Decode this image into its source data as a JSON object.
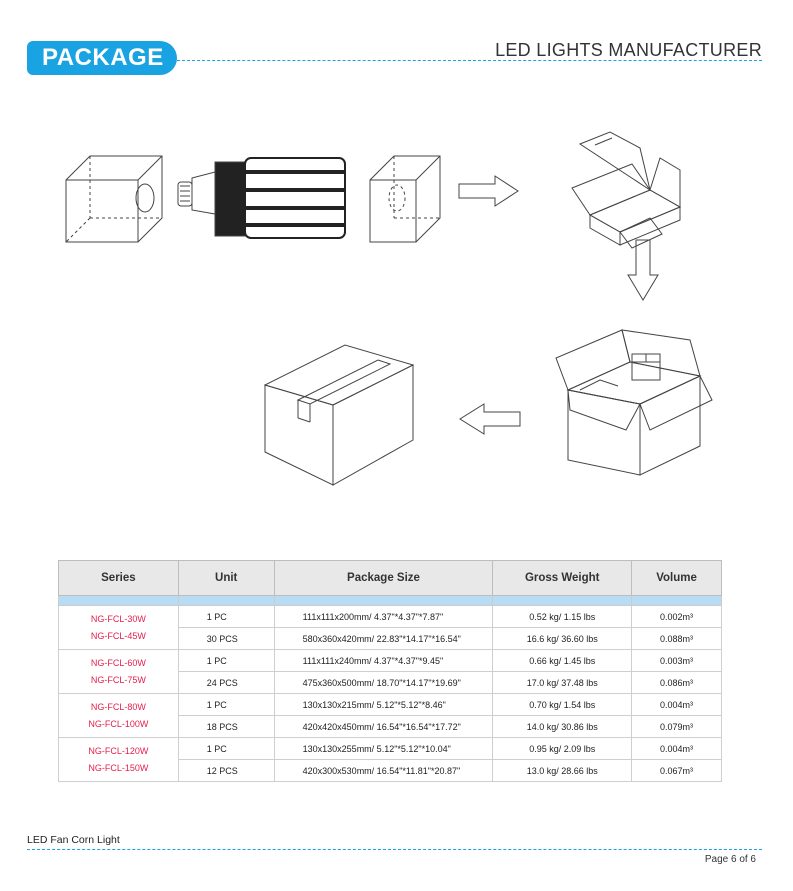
{
  "header": {
    "badge": "PACKAGE",
    "title": "LED LIGHTS MANUFACTURER",
    "brand_color": "#1aa3e2"
  },
  "table": {
    "headers": [
      "Series",
      "Unit",
      "Package Size",
      "Gross Weight",
      "Volume"
    ],
    "groups": [
      {
        "series": [
          "NG-FCL-30W",
          "NG-FCL-45W"
        ],
        "rows": [
          {
            "unit": "1 PC",
            "size": "111x111x200mm/ 4.37\"*4.37\"*7.87\"",
            "weight": "0.52 kg/ 1.15 lbs",
            "volume": "0.002m³"
          },
          {
            "unit": "30 PCS",
            "size": "580x360x420mm/ 22.83\"*14.17\"*16.54\"",
            "weight": "16.6 kg/ 36.60 lbs",
            "volume": "0.088m³"
          }
        ]
      },
      {
        "series": [
          "NG-FCL-60W",
          "NG-FCL-75W"
        ],
        "rows": [
          {
            "unit": "1 PC",
            "size": "111x111x240mm/ 4.37\"*4.37\"*9.45\"",
            "weight": "0.66 kg/ 1.45 lbs",
            "volume": "0.003m³"
          },
          {
            "unit": "24 PCS",
            "size": "475x360x500mm/ 18.70\"*14.17\"*19.69\"",
            "weight": "17.0 kg/ 37.48 lbs",
            "volume": "0.086m³"
          }
        ]
      },
      {
        "series": [
          "NG-FCL-80W",
          "NG-FCL-100W"
        ],
        "rows": [
          {
            "unit": "1 PC",
            "size": "130x130x215mm/ 5.12\"*5.12\"*8.46\"",
            "weight": "0.70 kg/ 1.54 lbs",
            "volume": "0.004m³"
          },
          {
            "unit": "18 PCS",
            "size": "420x420x450mm/ 16.54\"*16.54\"*17.72\"",
            "weight": "14.0 kg/ 30.86 lbs",
            "volume": "0.079m³"
          }
        ]
      },
      {
        "series": [
          "NG-FCL-120W",
          "NG-FCL-150W"
        ],
        "rows": [
          {
            "unit": "1 PC",
            "size": "130x130x255mm/ 5.12\"*5.12\"*10.04\"",
            "weight": "0.95 kg/ 2.09 lbs",
            "volume": "0.004m³"
          },
          {
            "unit": "12 PCS",
            "size": "420x300x530mm/ 16.54\"*11.81\"*20.87\"",
            "weight": "13.0 kg/ 28.66 lbs",
            "volume": "0.067m³"
          }
        ]
      }
    ]
  },
  "footer": {
    "product": "LED Fan Corn Light",
    "page": "Page 6 of 6"
  }
}
